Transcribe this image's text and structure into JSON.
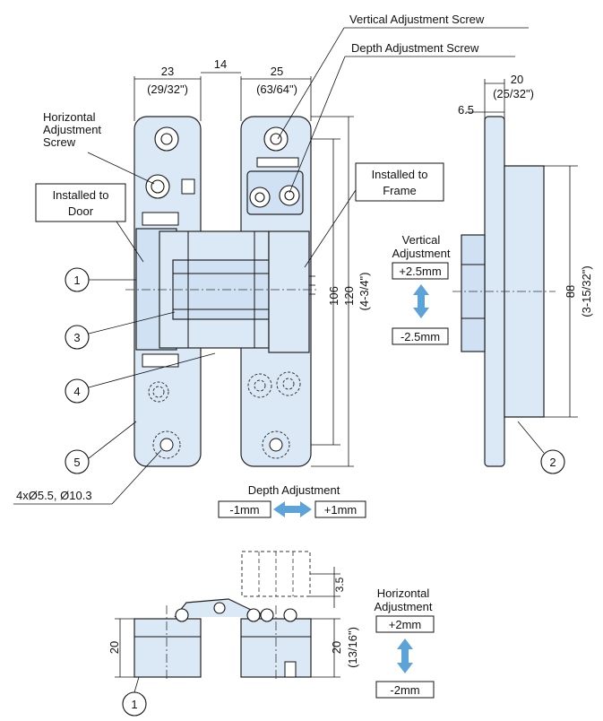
{
  "labels": {
    "vertical_adj_screw": "Vertical Adjustment Screw",
    "depth_adj_screw": "Depth Adjustment Screw",
    "horizontal_adj_screw": [
      "Horizontal",
      "Adjustment",
      "Screw"
    ],
    "installed_door": [
      "Installed to",
      "Door"
    ],
    "installed_frame": [
      "Installed to",
      "Frame"
    ],
    "vertical_adjustment": [
      "Vertical",
      "Adjustment"
    ],
    "vertical_plus": "+2.5mm",
    "vertical_minus": "-2.5mm",
    "depth_adjustment": "Depth Adjustment",
    "depth_minus": "-1mm",
    "depth_plus": "+1mm",
    "horizontal_adjustment": [
      "Horizontal",
      "Adjustment"
    ],
    "horizontal_plus": "+2mm",
    "horizontal_minus": "-2mm",
    "holes": "4xØ5.5, Ø10.3"
  },
  "dimensions": {
    "d23": "23",
    "d23_in": "(29/32\")",
    "d14": "14",
    "d25": "25",
    "d25_in": "(63/64\")",
    "d20": "20",
    "d20_in": "(25/32\")",
    "d6_5": "6.5",
    "d106": "106",
    "d120": "120",
    "d120_in": "(4-3/4\")",
    "d88": "88",
    "d88_in": "(3-15/32\")",
    "d3_5": "3.5",
    "d20_left": "20",
    "d20_right": "20",
    "d20_right_in": "(13/16\")"
  },
  "callouts": [
    "1",
    "3",
    "4",
    "5",
    "2",
    "1"
  ],
  "colors": {
    "part_fill": "#dbe9f7",
    "arrow": "#5ba3d9"
  }
}
